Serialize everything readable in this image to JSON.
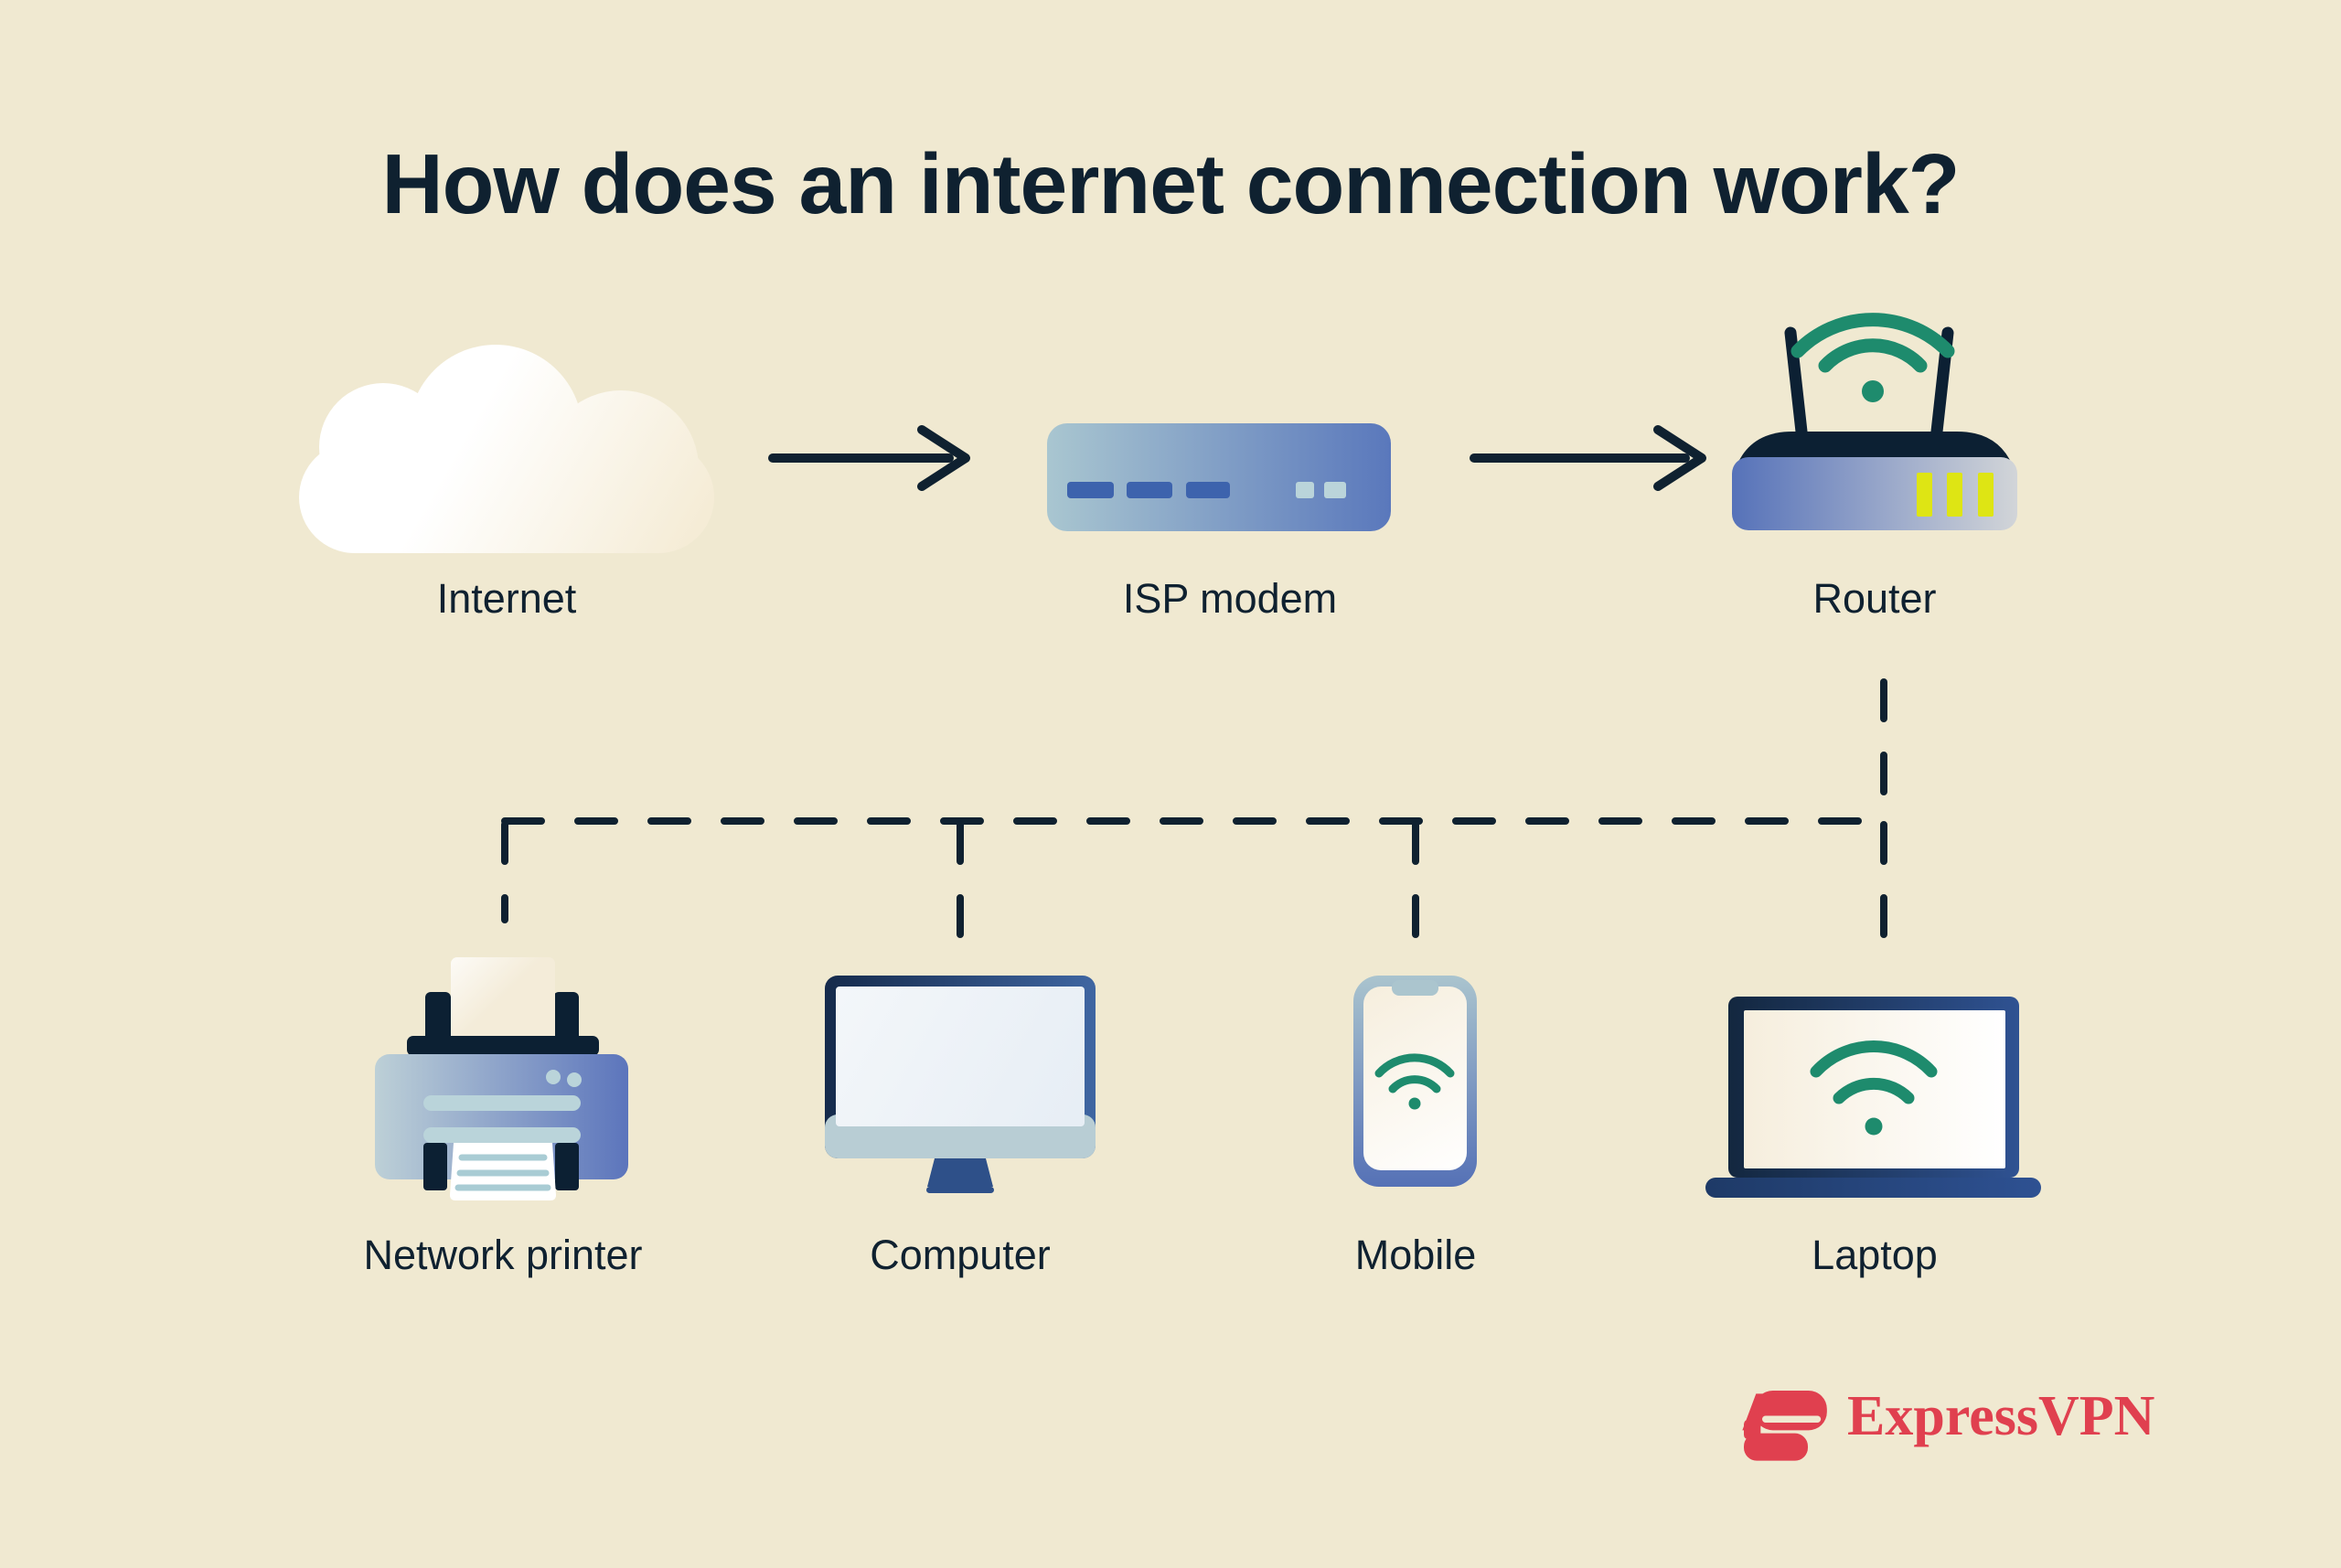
{
  "title": "How does an internet connection work?",
  "nodes": {
    "internet": {
      "label": "Internet"
    },
    "modem": {
      "label": "ISP modem"
    },
    "router": {
      "label": "Router"
    },
    "printer": {
      "label": "Network printer"
    },
    "computer": {
      "label": "Computer"
    },
    "mobile": {
      "label": "Mobile"
    },
    "laptop": {
      "label": "Laptop"
    }
  },
  "brand": {
    "name": "ExpressVPN"
  },
  "colors": {
    "background": "#f0e9d1",
    "ink": "#0f2130",
    "wifi_green": "#1e8b6d",
    "led_yellow": "#dee514",
    "brand_red": "#e0404f",
    "device_blue": "#5a78bc",
    "device_light": "#bad4da"
  }
}
